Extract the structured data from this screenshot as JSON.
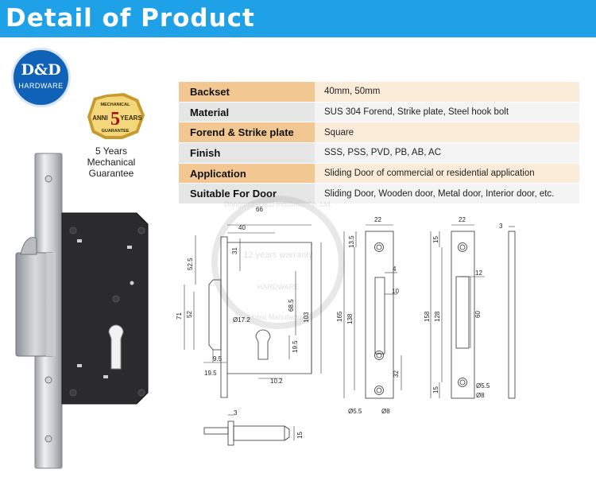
{
  "header": {
    "title": "Detail of Product"
  },
  "brand": {
    "logo_main": "D&D",
    "logo_sub": "HARDWARE"
  },
  "seal": {
    "top": "MECHANICAL",
    "anni": "ANNI",
    "number": "5",
    "years": "YEARS",
    "bottom": "GUARANTEE"
  },
  "guarantee_text": [
    "5 Years",
    "Mechanical",
    "Guarantee"
  ],
  "specs": [
    {
      "label": "Backset",
      "value": "40mm, 50mm"
    },
    {
      "label": "Material",
      "value": "SUS 304 Forend, Strike plate, Steel hook bolt"
    },
    {
      "label": "Forend & Strike plate",
      "value": "Square"
    },
    {
      "label": "Finish",
      "value": "SSS, PSS, PVD, PB, AB, AC"
    },
    {
      "label": "Application",
      "value": "Sliding Door of commercial or residential application"
    },
    {
      "label": "Suitable For Door",
      "value": "Sliding Door, Wooden door, Metal door,  Interior door,  etc."
    }
  ],
  "dimensions": {
    "body": {
      "w66": "66",
      "w40": "40",
      "d31": "31",
      "d52_5": "52.5",
      "d71": "71",
      "d52": "52",
      "d68_5": "68.5",
      "d103": "103",
      "d19_5a": "19.5",
      "d9_5": "9.5",
      "d19_5b": "19.5",
      "d10_2": "10.2",
      "phi17_2": "Ø17.2"
    },
    "forend": {
      "w22": "22",
      "d13_5": "13.5",
      "d4": "4",
      "d10": "10",
      "d165": "165",
      "d138": "138",
      "d32": "32",
      "phi5_5": "Ø5.5",
      "phi8": "Ø8"
    },
    "strike": {
      "w22": "22",
      "d15a": "15",
      "d12": "12",
      "d60": "60",
      "d158": "158",
      "d128": "128",
      "d15b": "15",
      "phi5_5": "Ø5.5",
      "phi8": "Ø8"
    },
    "side": {
      "d3": "3"
    },
    "bolt": {
      "d3": "3",
      "d15": "15"
    }
  },
  "watermark": {
    "line1": "Dongguan D&D Industrial Co.,Ltd.",
    "line2": "12 years warranty",
    "line3": "HARDWARE",
    "line4": "Global Manufacturer"
  },
  "colors": {
    "banner": "#1ea1e6",
    "logo": "#0f62b8",
    "row_label_a": "#f2c792",
    "row_value_a": "#fbecd9",
    "row_label_b": "#e6e6e6",
    "row_value_b": "#f4f4f4"
  }
}
